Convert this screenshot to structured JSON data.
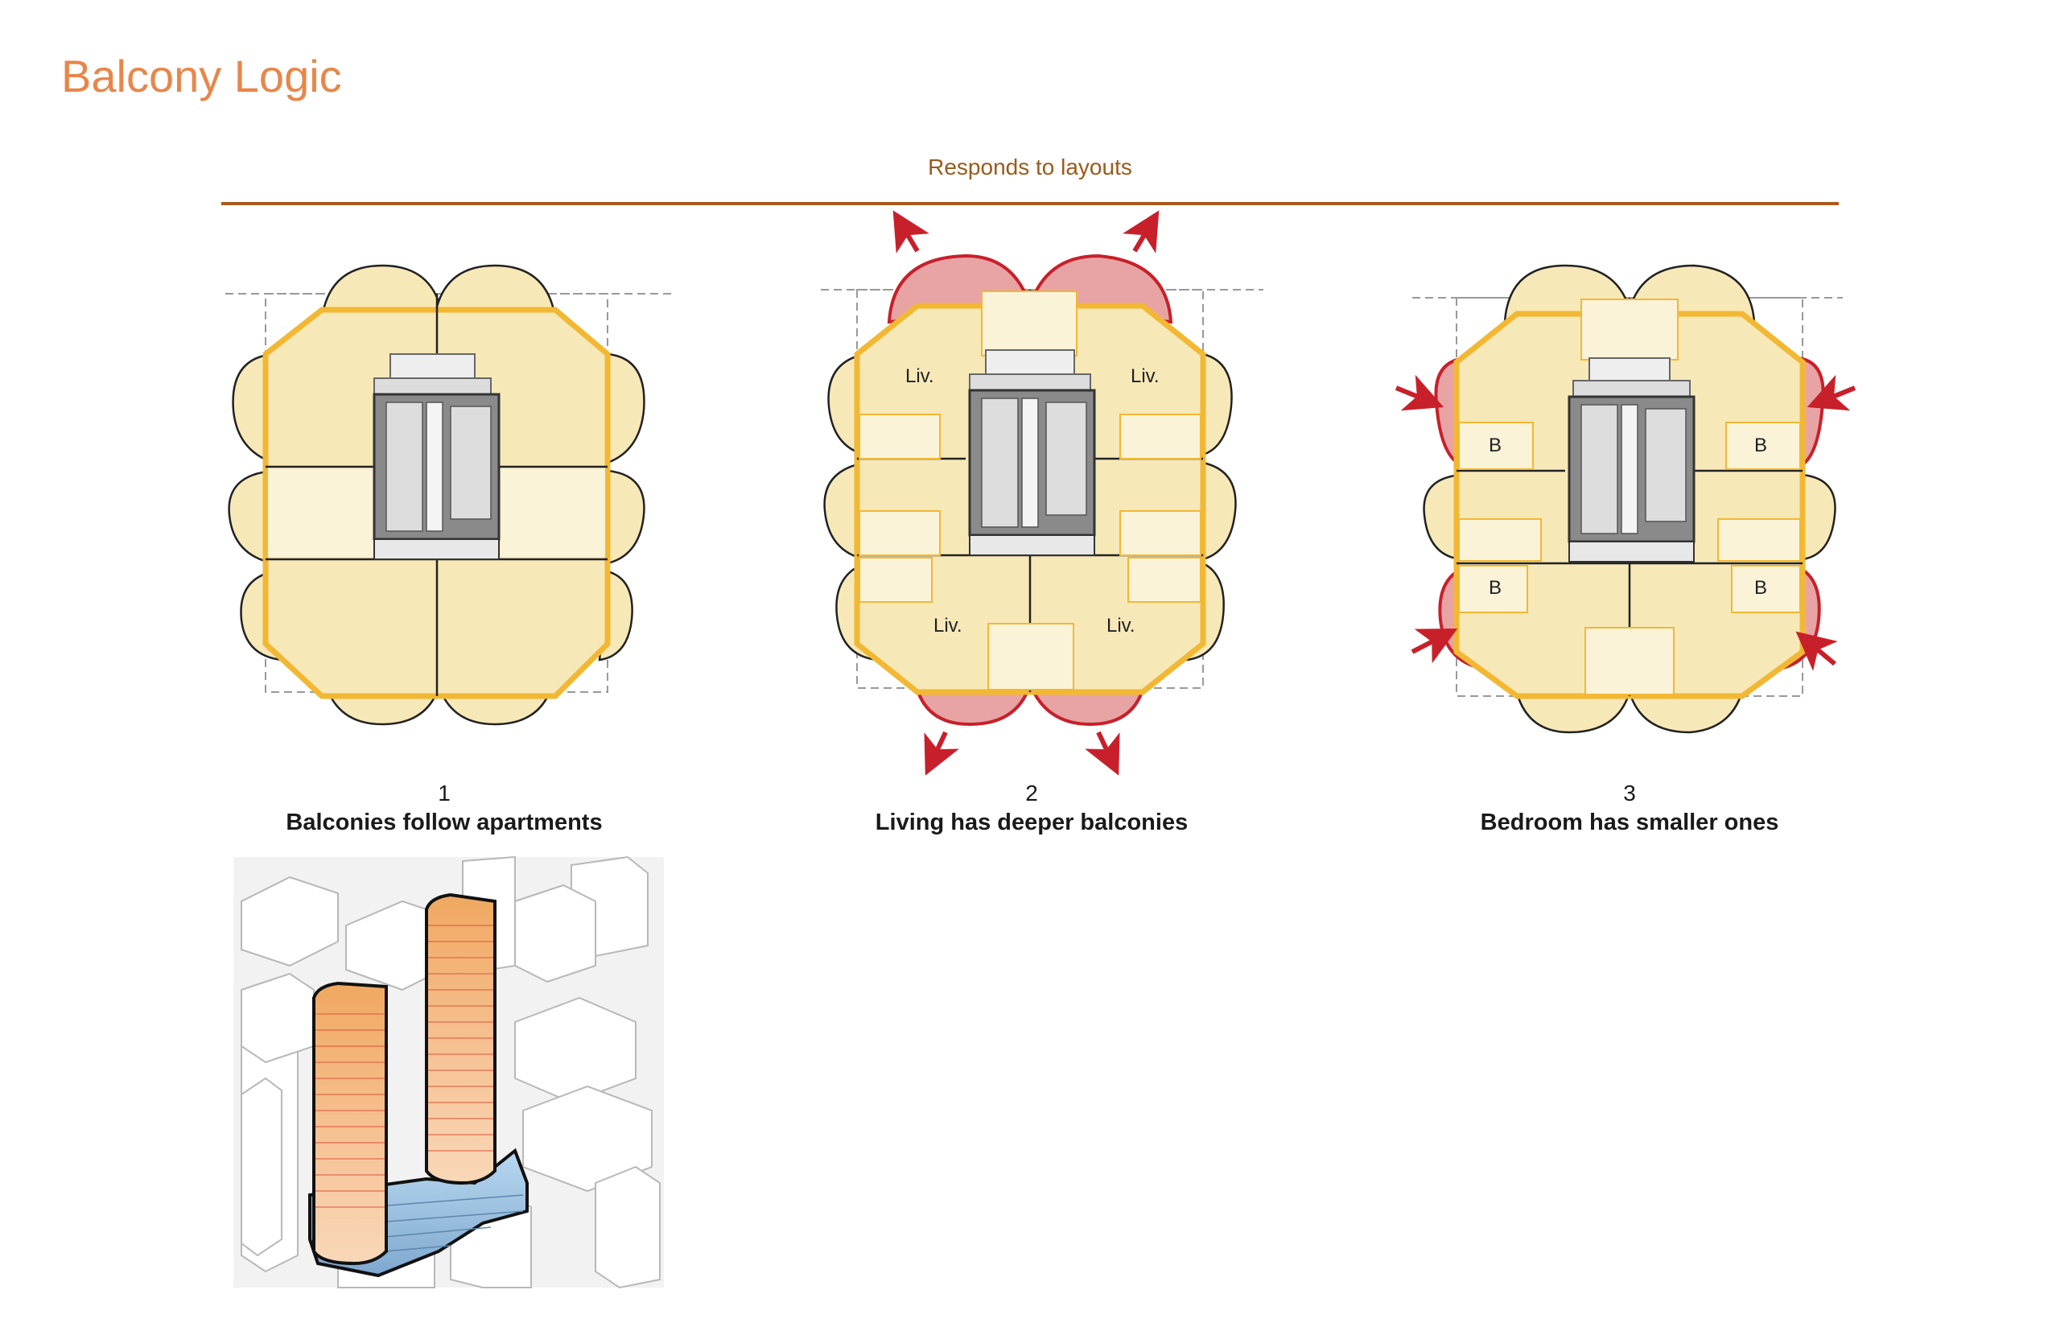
{
  "title": "Balcony Logic",
  "section_header": "Responds to layouts",
  "diagrams": [
    {
      "number": "1",
      "caption": "Balconies follow apartments",
      "labels": []
    },
    {
      "number": "2",
      "caption": "Living has deeper balconies",
      "labels": [
        "Liv.",
        "Liv.",
        "Liv.",
        "Liv."
      ]
    },
    {
      "number": "3",
      "caption": "Bedroom has smaller ones",
      "labels": [
        "B",
        "B",
        "B",
        "B"
      ]
    }
  ],
  "colors": {
    "title": "#e8864a",
    "header": "#9b5a1a",
    "rule": "#a85a1c",
    "balcony_fill": "#f7e8b8",
    "balcony_highlight": "#e8a4a4",
    "highlight_stroke": "#c8202a",
    "outline_yellow": "#f2b834",
    "core_gray": "#8a8a8a",
    "tower_orange": "#f2a35a",
    "podium_blue": "#9cc4e4"
  },
  "icons": [
    "arrow-outward-icon",
    "arrow-inward-icon"
  ]
}
